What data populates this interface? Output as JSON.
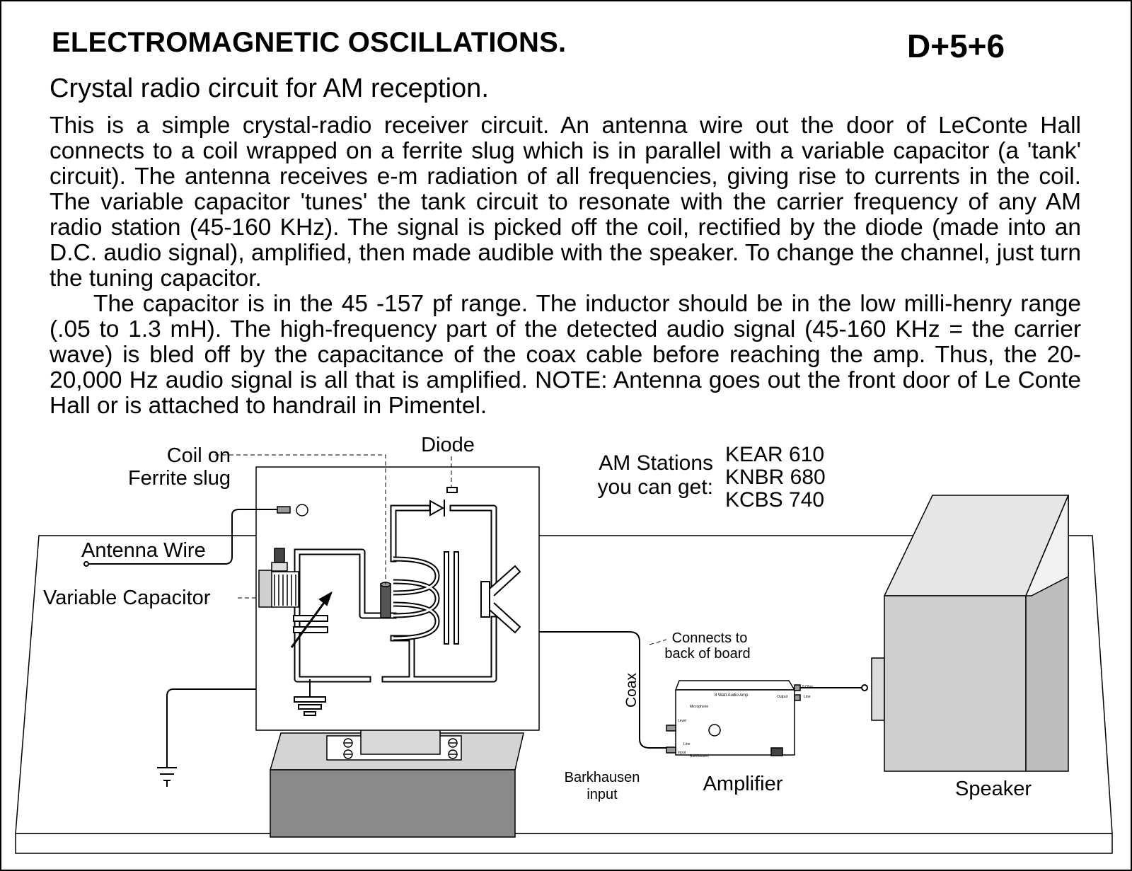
{
  "header": {
    "title": "ELECTROMAGNETIC OSCILLATIONS.",
    "code": "D+5+6",
    "subtitle": "Crystal radio circuit for AM reception."
  },
  "description": {
    "paragraph1": "This is a simple crystal-radio receiver circuit.  An antenna wire out the door of LeConte Hall connects to a coil wrapped on a ferrite slug which is in parallel with a variable capacitor (a 'tank' circuit). The antenna receives e-m radiation of all frequencies, giving rise to currents in the coil. The variable capacitor 'tunes' the tank circuit to resonate with the carrier frequency of any AM radio station (45-160 KHz).  The signal is picked off the coil, rectified by the diode (made into an D.C. audio signal), amplified, then made audible with the speaker. To change the channel, just turn the tuning capacitor.",
    "paragraph2": "The capacitor is in the 45 -157 pf range. The inductor should be in the low milli-henry range (.05 to 1.3 mH).  The high-frequency part of the detected audio signal (45-160 KHz = the carrier wave) is bled off by the capacitance of the coax cable before reaching the amp. Thus, the  20-20,000 Hz audio signal is all that is amplified. NOTE: Antenna goes out the front door of Le Conte Hall or is attached to handrail in Pimentel."
  },
  "diagram": {
    "labels": {
      "coil_line1": "Coil on",
      "coil_line2": "Ferrite slug",
      "diode": "Diode",
      "antenna": "Antenna Wire",
      "variable_capacitor": "Variable Capacitor",
      "stations_line1": "AM Stations",
      "stations_line2": "you can get:",
      "connects_line1": "Connects to",
      "connects_line2": "back of board",
      "coax": "Coax",
      "barkhausen_line1": "Barkhausen",
      "barkhausen_line2": "input",
      "amplifier": "Amplifier",
      "speaker": "Speaker"
    },
    "stations": [
      "KEAR 610",
      "KNBR 680",
      "KCBS 740"
    ],
    "amp_panel": {
      "title": "8 Watt Audio Amp",
      "microphone": "Microphone",
      "level": "Level",
      "line": "Line",
      "input": "Input",
      "barkhausen": "Barkhausen",
      "output": "Output",
      "ohms": "8 Ohm",
      "line_out": "Line"
    }
  }
}
